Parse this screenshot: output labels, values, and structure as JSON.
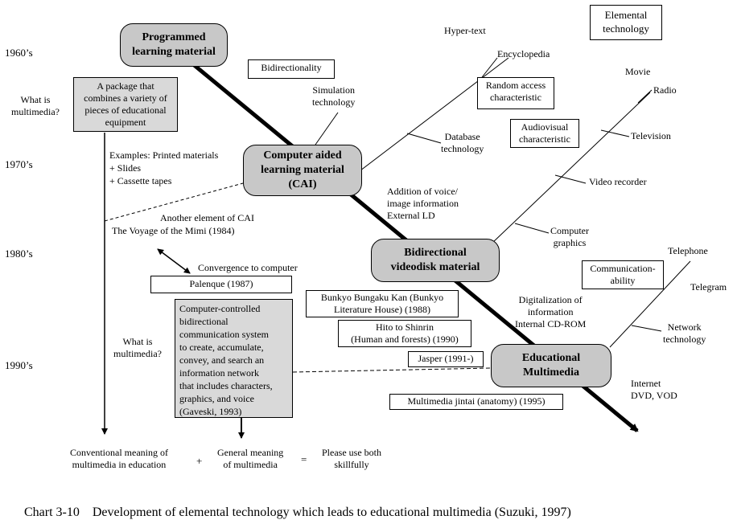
{
  "decades": [
    "1960’s",
    "1970’s",
    "1980’s",
    "1990’s"
  ],
  "milestones": {
    "programmed": "Programmed\nlearning material",
    "cai": "Computer aided\nlearning material\n(CAI)",
    "videodisk": "Bidirectional\nvideodisk material",
    "multimedia": "Educational\nMultimedia"
  },
  "legend_box": "Elemental\ntechnology",
  "tech_boxes": {
    "bidirectionality": "Bidirectionality",
    "random_access": "Random access\ncharacteristic",
    "audiovisual": "Audiovisual\ncharacteristic",
    "communication": "Communication-\nability"
  },
  "branch_labels": {
    "hypertext": "Hyper-text",
    "encyclopedia": "Encyclopedia",
    "simulation": "Simulation\ntechnology",
    "database": "Database\ntechnology",
    "movie": "Movie",
    "radio": "Radio",
    "television": "Television",
    "video_recorder": "Video recorder",
    "computer_graphics": "Computer\ngraphics",
    "telephone": "Telephone",
    "telegram": "Telegram",
    "network": "Network\ntechnology"
  },
  "spine_notes": {
    "voice": "Addition of voice/\nimage information\nExternal LD",
    "digital": "Digitalization of\ninformation\nInternal CD-ROM",
    "internet": "Internet\nDVD, VOD"
  },
  "left": {
    "what_is_1": "What is\nmultimedia?",
    "package": "A package that\ncombines a variety of\npieces of educational\nequipment",
    "examples": "Examples: Printed materials\n+ Slides\n+ Cassette tapes",
    "another": "Another element of CAI",
    "mimi": "The Voyage of the Mimi (1984)",
    "convergence": "Convergence to computer",
    "palenque": "Palenque (1987)",
    "what_is_2": "What is\nmultimedia?",
    "definition": "Computer-controlled\nbidirectional\ncommunication system\nto create, accumulate,\nconvey, and search an\ninformation network\nthat includes characters,\ngraphics, and voice\n(Gaveski, 1993)"
  },
  "works": {
    "bunkyo": "Bunkyo Bungaku Kan (Bunkyo\nLiterature House) (1988)",
    "hito": "Hito to Shinrin\n(Human and forests) (1990)",
    "jasper": "Jasper (1991-)",
    "jintai": "Multimedia jintai (anatomy) (1995)"
  },
  "bottom": {
    "conventional": "Conventional meaning of\nmultimedia in education",
    "plus": "+",
    "general": "General meaning\nof multimedia",
    "equals": "=",
    "please": "Please use both\nskillfully"
  },
  "caption": "Chart 3-10　Development of elemental technology which leads to educational multimedia (Suzuki, 1997)"
}
